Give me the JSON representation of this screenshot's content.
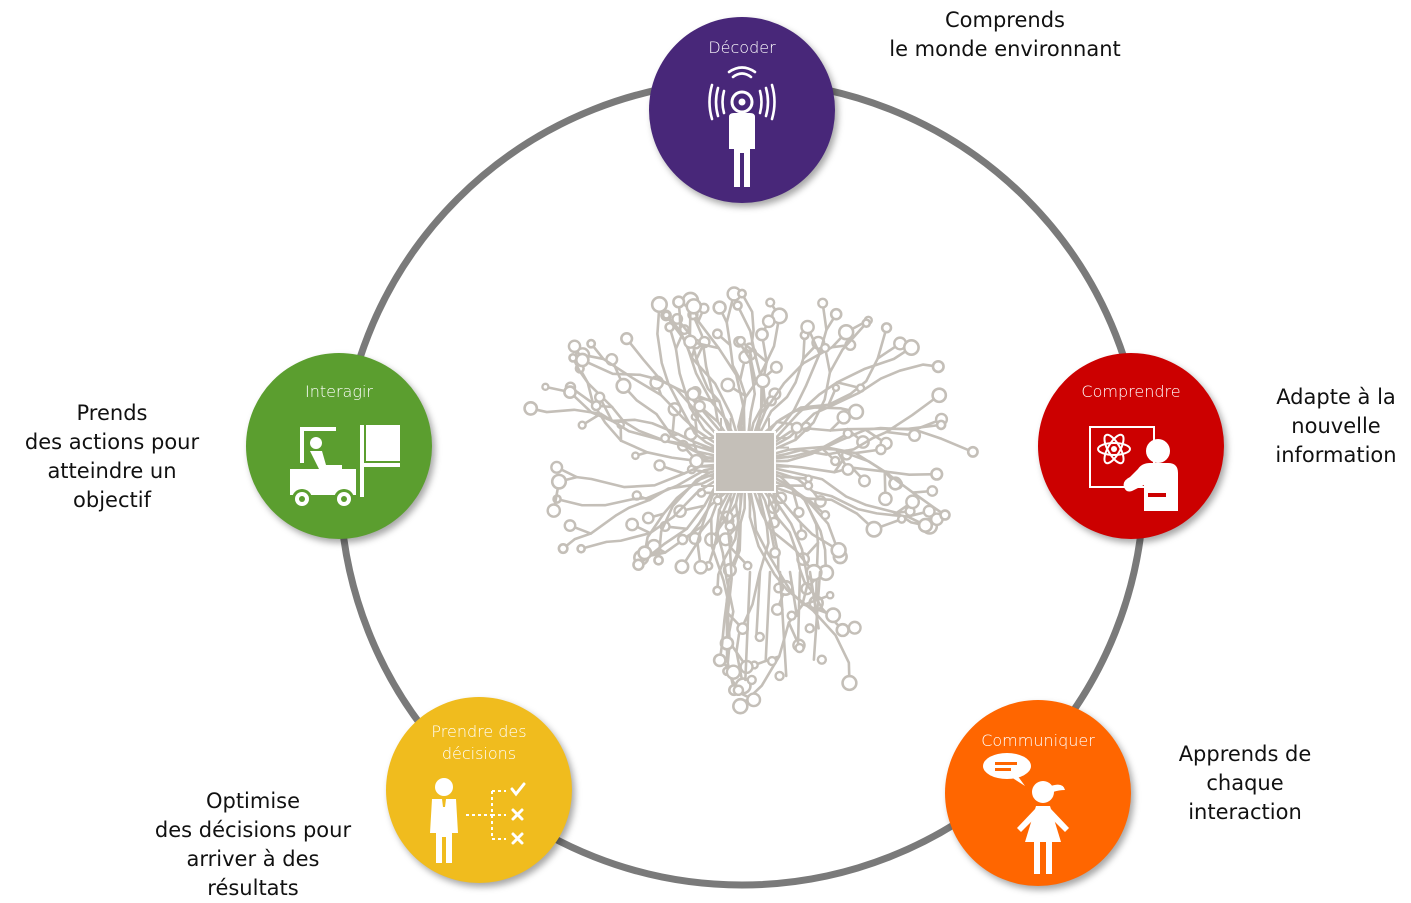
{
  "nodes": {
    "decoder": {
      "label": "Décoder",
      "description": [
        "Comprends",
        "le monde environnant"
      ],
      "color": "#482779",
      "icon": "person-sensing-icon"
    },
    "comprendre": {
      "label": "Comprendre",
      "description": [
        "Adapte à la",
        "nouvelle",
        "information"
      ],
      "color": "#cc0000",
      "icon": "teacher-board-icon"
    },
    "communiquer": {
      "label": "Communiquer",
      "description": [
        "Apprends de",
        "chaque",
        "interaction"
      ],
      "color": "#ff6600",
      "icon": "child-speech-icon"
    },
    "decisions": {
      "label": "Prendre des décisions",
      "description": [
        "Optimise",
        "des décisions pour",
        "arriver à des",
        "résultats"
      ],
      "color": "#f0bc1e",
      "icon": "person-checklist-icon"
    },
    "interagir": {
      "label": "Interagir",
      "description": [
        "Prends",
        "des actions pour",
        "atteindre un",
        "objectif"
      ],
      "color": "#5b9e2f",
      "icon": "forklift-icon"
    }
  },
  "colors": {
    "ring": "#7a7a7a",
    "brain": "#c4bfb8"
  },
  "center_icon": "circuit-brain-icon"
}
